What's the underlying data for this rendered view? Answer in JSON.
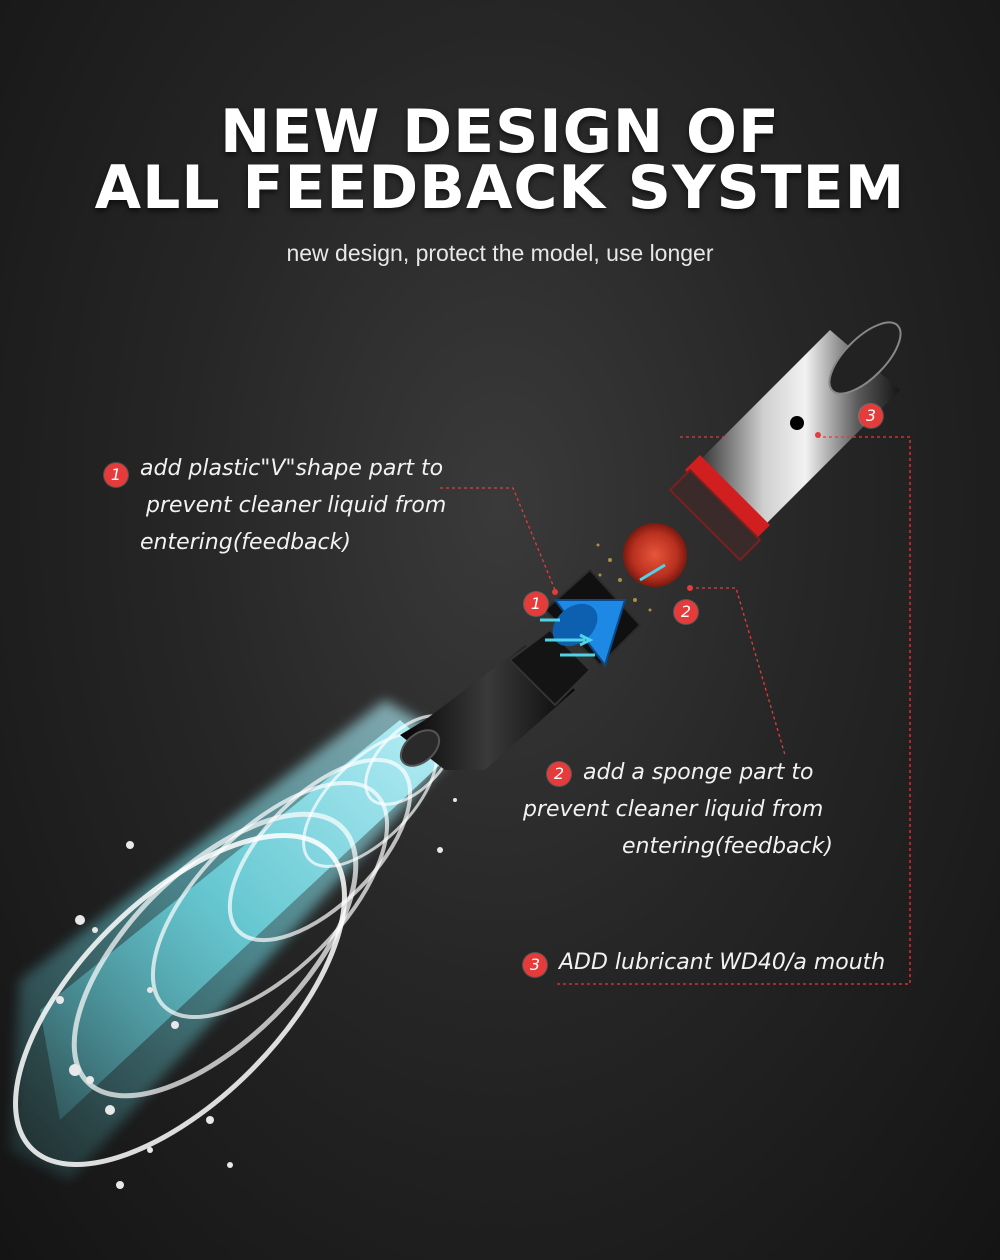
{
  "header": {
    "title_line1": "NEW DESIGN OF",
    "title_line2": "ALL FEEDBACK SYSTEM",
    "subtitle": "new design, protect the model, use longer"
  },
  "callouts": [
    {
      "number": "1",
      "lines": [
        "add plastic\"V\"shape part to",
        "prevent cleaner liquid from",
        "entering(feedback)"
      ]
    },
    {
      "number": "2",
      "lines": [
        "add a  sponge part to",
        "prevent cleaner liquid from",
        "entering(feedback)"
      ]
    },
    {
      "number": "3",
      "lines": [
        "ADD lubricant  WD40/a mouth"
      ]
    }
  ],
  "colors": {
    "accent_red": "#e53b3b",
    "v_part_blue": "#1e88e5",
    "glow_cyan": "#7fe8f2"
  },
  "icons": [
    "v-shape-part-icon",
    "sponge-icon",
    "airbrush-body-icon",
    "air-spray-icon"
  ]
}
